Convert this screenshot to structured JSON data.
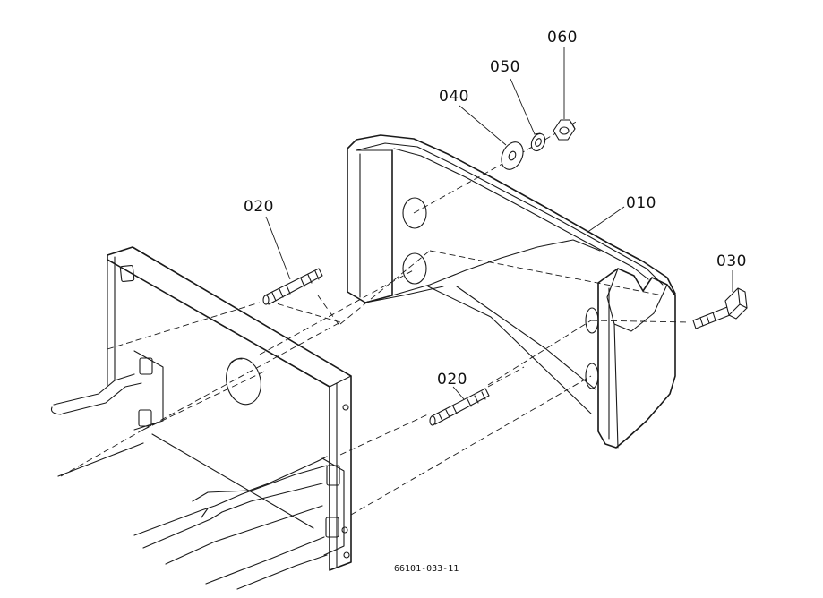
{
  "callouts": {
    "p010": "010",
    "p020_upper": "020",
    "p020_lower": "020",
    "p030": "030",
    "p040": "040",
    "p050": "050",
    "p060": "060"
  },
  "drawing_code": "66101-033-11"
}
